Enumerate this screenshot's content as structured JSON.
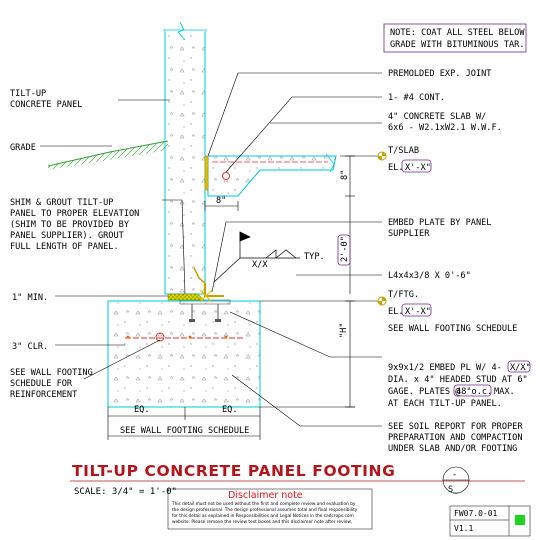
{
  "note": [
    "NOTE: COAT ALL STEEL BELOW",
    "GRADE WITH BITUMINOUS TAR."
  ],
  "left_labels": {
    "panel": [
      "TILT-UP",
      "CONCRETE PANEL"
    ],
    "grade": "GRADE",
    "shim": [
      "SHIM & GROUT TILT-UP",
      "PANEL TO PROPER ELEVATION",
      "(SHIM TO BE PROVIDED BY",
      "PANEL SUPPLIER). GROUT",
      "FULL LENGTH OF PANEL."
    ],
    "min": "1\" MIN.",
    "clr": "3\" CLR.",
    "footing_sched": [
      "SEE WALL FOOTING",
      "SCHEDULE FOR",
      "REINFORCEMENT"
    ]
  },
  "right_labels": {
    "joint": "PREMOLDED EXP. JOINT",
    "cont": "1- #4 CONT.",
    "slab": [
      "4\" CONCRETE SLAB W/",
      "6x6 - W2.1xW2.1 W.W.F."
    ],
    "tslab": "T/SLAB",
    "el": "EL.",
    "elval": "X'-X\"",
    "embed": [
      "EMBED PLATE BY PANEL",
      "SUPPLIER"
    ],
    "angle": "L4x4x3/8 X 0'-6\"",
    "tftg": "T/FTG.",
    "wall_sched": "SEE WALL FOOTING SCHEDULE",
    "pl": [
      "9x9x1/2 EMBED PL W/ 4-",
      "DIA. x 4\" HEADED STUD AT 6\"",
      "GAGE. PLATES @",
      "MAX.",
      "AT EACH TILT-UP PANEL."
    ],
    "pl_dia": "X/X\"",
    "pl_spacing": "48\"o.c.",
    "soil": [
      "SEE SOIL REPORT FOR PROPER",
      "PREPARATION AND COMPACTION",
      "UNDER SLAB AND/OR FOOTING"
    ]
  },
  "dims": {
    "d8": "8\"",
    "d8v": "8\"",
    "d20": "2'-0\"",
    "h": "\"H\"",
    "eq1": "EQ.",
    "eq2": "EQ.",
    "wall_sched_bottom": "SEE WALL FOOTING SCHEDULE",
    "weld": "X/X",
    "typ": "TYP."
  },
  "title": "TILT-UP CONCRETE PANEL FOOTING",
  "scale": "SCALE: 3/4\" = 1'-0\"",
  "section_mark": {
    "top": "-",
    "bottom": "S_"
  },
  "disclaimer": {
    "title": "Disclaimer note",
    "lines": [
      "This detail must not be used without the first and complete review and evaluation by",
      "the design professional. The design professional assumes total and final responsibility",
      "for this detail as explained in Responsibilities and Legal Notices in the cadcrops.com",
      "website. Please remove the review text boxes and this disclaimer note after review."
    ]
  },
  "drawing_number": "FW07.0-01",
  "version": "V1.1",
  "colors": {
    "outline": "#00c8d8",
    "title": "#b0161b",
    "rebar": "#e53030",
    "status": "#1fd41f",
    "grout": "#c8c800"
  }
}
